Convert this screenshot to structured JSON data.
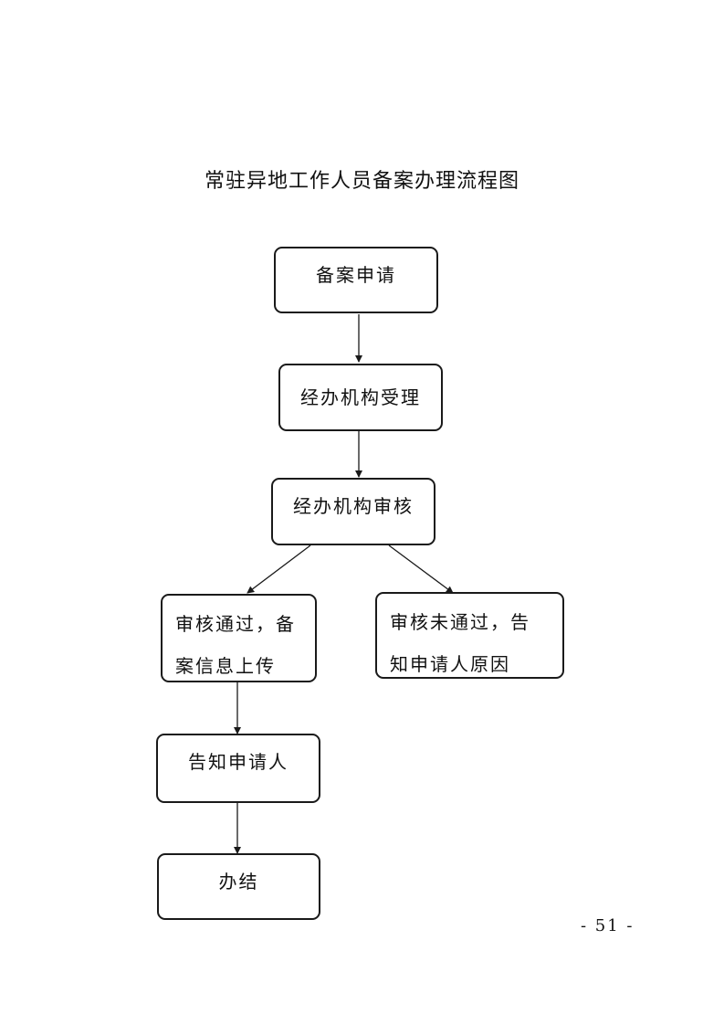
{
  "title": "常驻异地工作人员备案办理流程图",
  "nodes": {
    "application": "备案申请",
    "acceptance": "经办机构受理",
    "review": "经办机构审核",
    "approved": [
      "审核通过，备",
      "案信息上传"
    ],
    "rejected": [
      "审核未通过，告",
      "知申请人原因"
    ],
    "notify": "告知申请人",
    "complete": "办结"
  },
  "page_number": "- 51 -",
  "colors": {
    "border": "#1a1a1a",
    "text": "#111111",
    "background": "#ffffff"
  }
}
